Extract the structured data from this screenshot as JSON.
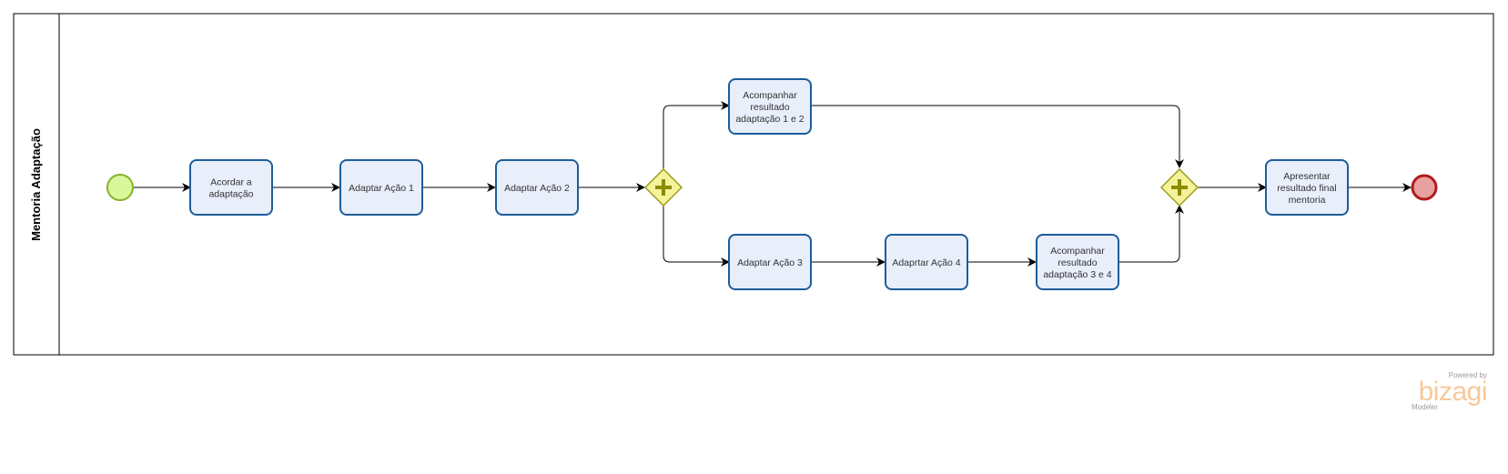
{
  "pool": {
    "label": "Mentoria Adaptação"
  },
  "tasks": {
    "t1": [
      "Acordar a",
      "adaptação"
    ],
    "t2": [
      "Adaptar Ação 1"
    ],
    "t3": [
      "Adaptar Ação 2"
    ],
    "t4": [
      "Acompanhar",
      "resultado",
      "adaptação 1 e 2"
    ],
    "t5": [
      "Adaptar Ação 3"
    ],
    "t6": [
      "Adaprtar Ação 4"
    ],
    "t7": [
      "Acompanhar",
      "resultado",
      "adaptação 3 e 4"
    ],
    "t8": [
      "Apresentar",
      "resultado final",
      "mentoria"
    ]
  },
  "events": {
    "start_color": "#d9f79b",
    "end_color": "#e8a0a0"
  },
  "watermark": {
    "powered_by": "Powered by",
    "logo": "bizagi",
    "product": "Modeler"
  }
}
